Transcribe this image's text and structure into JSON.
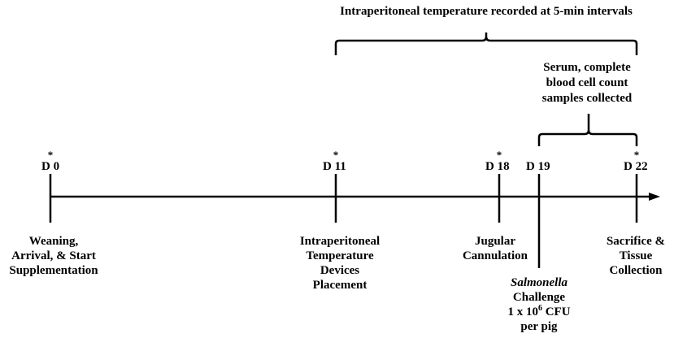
{
  "top_bracket_label": "Intraperitoneal temperature recorded at 5-min intervals",
  "sample_bracket_label": [
    "Serum, complete",
    "blood cell count",
    "samples collected"
  ],
  "markers": [
    {
      "day": "D 0",
      "star": "*",
      "caption": [
        "Weaning,",
        "Arrival, & Start",
        "Supplementation"
      ]
    },
    {
      "day": "D 11",
      "star": "*",
      "caption": [
        "Intraperitoneal",
        "Temperature",
        "Devices",
        "Placement"
      ]
    },
    {
      "day": "D 18",
      "star": "*",
      "caption": [
        "Jugular",
        "Cannulation"
      ]
    },
    {
      "day": "D 19",
      "star": "",
      "caption_italic": "Salmonella",
      "caption": [
        "Challenge"
      ],
      "dose": {
        "prefix": "1 x 10",
        "exponent": "6",
        "suffix": " CFU"
      },
      "caption_end": "per pig"
    },
    {
      "day": "D 22",
      "star": "*",
      "caption": [
        "Sacrifice &",
        "Tissue",
        "Collection"
      ]
    }
  ]
}
